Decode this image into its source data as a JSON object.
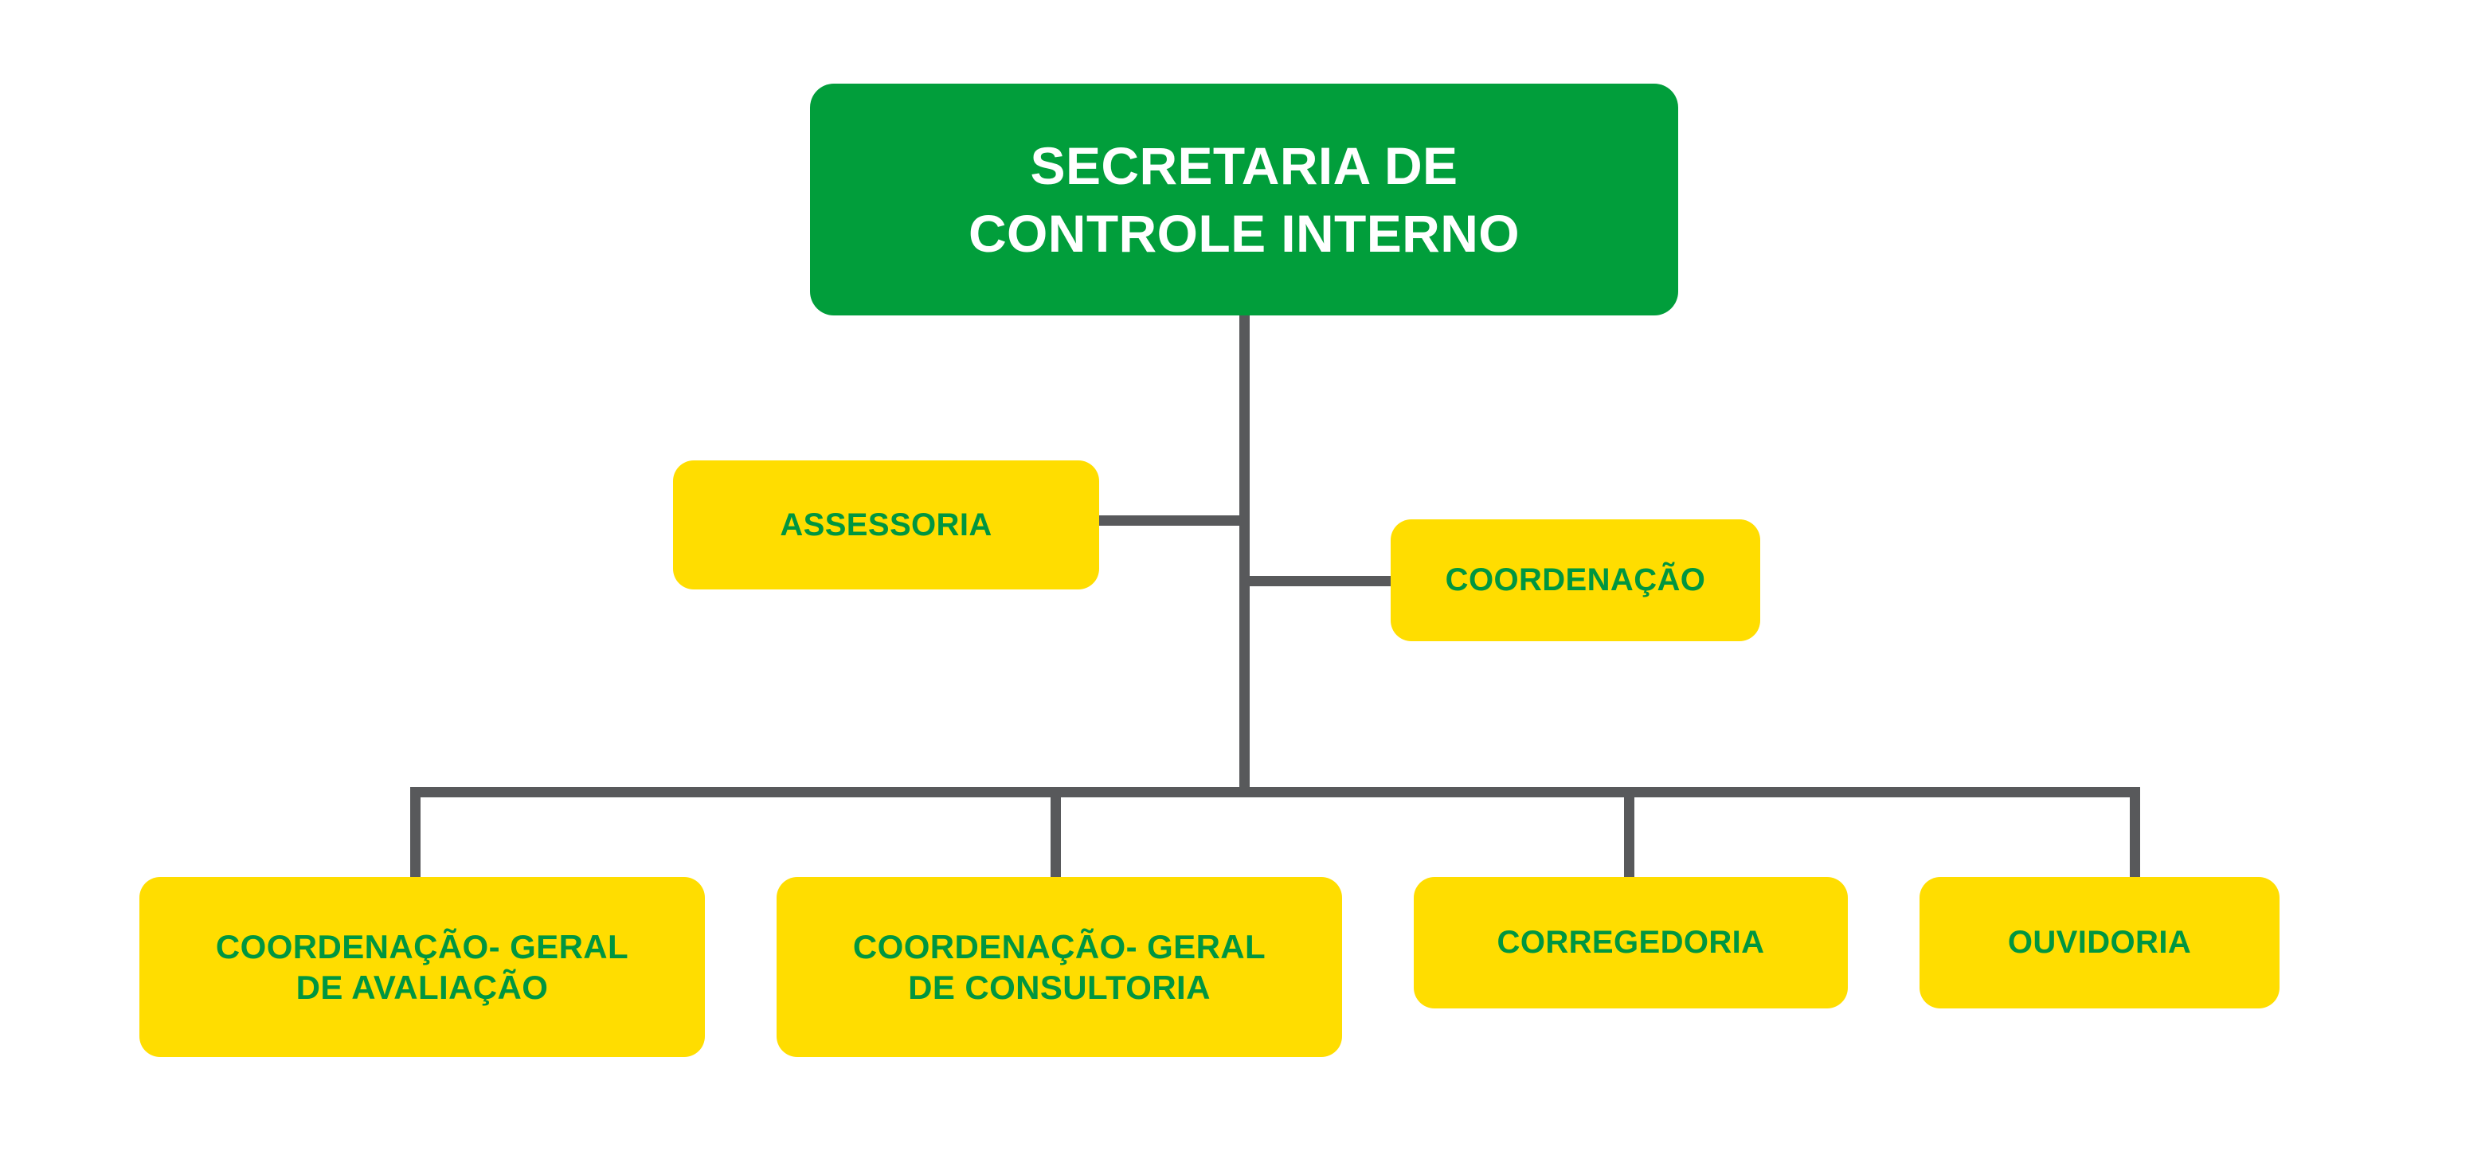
{
  "chart_title": "SECRETARIA DE CONTROLE INTERNO",
  "colors": {
    "root_fill": "#019E3B",
    "root_text": "#FFFFFF",
    "node_fill": "#FFDD00",
    "node_text": "#009640",
    "connector": "#58595B",
    "background": "#FFFFFF"
  },
  "nodes": {
    "root": {
      "label": "SECRETARIA DE\nCONTROLE INTERNO"
    },
    "assessoria": {
      "label": "ASSESSORIA"
    },
    "coordenacao": {
      "label": "COORDENAÇÃO"
    },
    "cg_avaliacao": {
      "label": "COORDENAÇÃO- GERAL\nDE AVALIAÇÃO"
    },
    "cg_consultoria": {
      "label": "COORDENAÇÃO- GERAL\nDE CONSULTORIA"
    },
    "corregedoria": {
      "label": "CORREGEDORIA"
    },
    "ouvidoria": {
      "label": "OUVIDORIA"
    }
  },
  "hierarchy": {
    "level_1": [
      "SECRETARIA DE CONTROLE INTERNO"
    ],
    "staff": [
      "ASSESSORIA",
      "COORDENAÇÃO"
    ],
    "level_2": [
      "COORDENAÇÃO- GERAL DE AVALIAÇÃO",
      "COORDENAÇÃO- GERAL DE CONSULTORIA",
      "CORREGEDORIA",
      "OUVIDORIA"
    ]
  }
}
